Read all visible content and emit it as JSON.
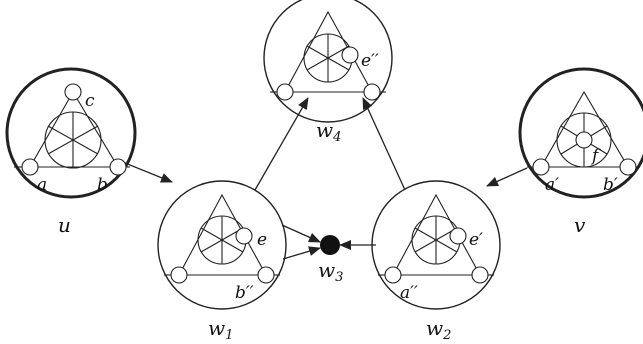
{
  "vertices": [
    {
      "id": "u",
      "label": "u",
      "sub": "",
      "bold": true
    },
    {
      "id": "w1",
      "label": "w",
      "sub": "1",
      "bold": false
    },
    {
      "id": "w4",
      "label": "w",
      "sub": "4",
      "bold": false
    },
    {
      "id": "w2",
      "label": "w",
      "sub": "2",
      "bold": false
    },
    {
      "id": "v",
      "label": "v",
      "sub": "",
      "bold": true
    },
    {
      "id": "w3",
      "label": "w",
      "sub": "3",
      "bold": false
    }
  ],
  "point_labels": {
    "c": "c",
    "a": "a",
    "b": "b",
    "e_w1": "e",
    "b_dd": "b′′",
    "e_dd": "e′′",
    "e_p": "e′",
    "a_dd": "a′′",
    "a_p": "a′",
    "b_p": "b′",
    "f": "f"
  },
  "edges": [
    {
      "from": "u",
      "to": "w1"
    },
    {
      "from": "w1",
      "to": "w4"
    },
    {
      "from": "w1",
      "to": "w3"
    },
    {
      "from": "w2",
      "to": "w4"
    },
    {
      "from": "w2",
      "to": "w3"
    },
    {
      "from": "v",
      "to": "w2"
    }
  ]
}
